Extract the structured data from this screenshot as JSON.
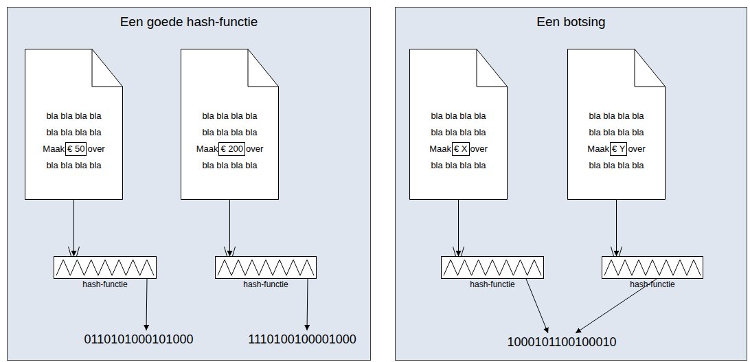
{
  "diagram": {
    "nodes": [
      {
        "text": [
          "Een goede hash-functie"
        ]
      },
      {
        "text": [
          "bla bla bla bla bla bla bla bla",
          "Maak",
          "over",
          "bla bla bla bla"
        ],
        "in": 0
      },
      {
        "text": [
          "€ 50"
        ],
        "in": 1
      },
      {
        "text": [
          "bla bla bla bla bla bla bla bla",
          "Maak",
          "over",
          "bla bla bla bla"
        ],
        "in": 0
      },
      {
        "text": [
          "€ 200"
        ],
        "in": 3
      },
      {
        "text": [
          "hash-functie"
        ],
        "in": 0
      },
      {
        "text": [
          "hash-functie"
        ],
        "in": 0
      },
      {
        "text": [
          "Een botsing"
        ]
      },
      {
        "text": [
          "bla bla bla bla bla bla bla bla",
          "Maak",
          "over",
          "bla bla bla bla"
        ],
        "in": 7
      },
      {
        "text": [
          "€ X"
        ],
        "in": 8
      },
      {
        "text": [
          "bla bla bla bla bla bla bla bla",
          "Maak",
          "over",
          "bla bla bla bla"
        ],
        "in": 7
      },
      {
        "text": [
          "€ Y"
        ],
        "in": 10
      },
      {
        "text": [
          "hash-functie"
        ],
        "in": 7
      },
      {
        "text": [
          "hash-functie"
        ],
        "in": 7
      }
    ],
    "edges": [
      {
        "from": 1,
        "to": 5,
        "arrow": "to"
      },
      {
        "from": 3,
        "to": 6,
        "arrow": "to"
      },
      {
        "from": 8,
        "to": 12,
        "arrow": "to"
      },
      {
        "from": 10,
        "to": 13,
        "arrow": "to"
      }
    ],
    "labels": [
      "0110101000101000",
      "1110100100001000",
      "1000101100100010"
    ]
  }
}
